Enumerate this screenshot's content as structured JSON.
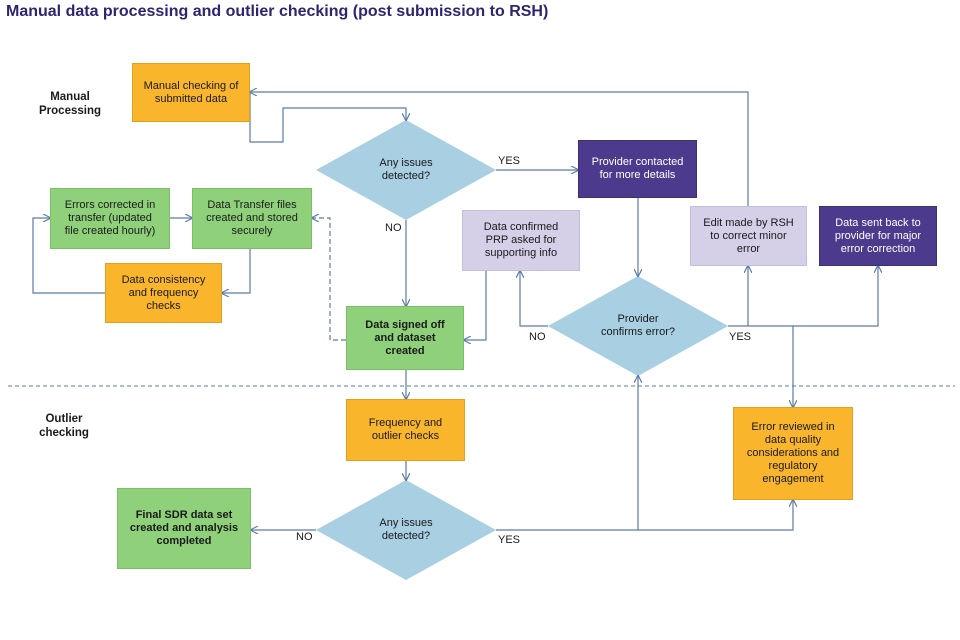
{
  "title": "Manual data processing and outlier checking (post submission to RSH)",
  "sections": {
    "manual": "Manual\nProcessing",
    "outlier": "Outlier\nchecking"
  },
  "nodes": {
    "manual_checking": "Manual checking of\nsubmitted data",
    "issues_1": "Any issues\ndetected?",
    "provider_contacted": "Provider contacted\nfor more details",
    "errors_corrected": "Errors corrected in\ntransfer (updated\nfile created hourly)",
    "data_transfer": "Data Transfer files\ncreated and stored\nsecurely",
    "consistency": "Data consistency\nand frequency\nchecks",
    "data_confirmed": "Data confirmed\nPRP asked for\nsupporting info",
    "edit_rsh": "Edit made by RSH\nto correct minor\nerror",
    "sent_back": "Data sent back to\nprovider for major\nerror correction",
    "provider_confirms": "Provider\nconfirms error?",
    "signed_off": "Data signed off\nand dataset\ncreated",
    "freq_outlier": "Frequency and\noutlier checks",
    "error_reviewed": "Error reviewed in\ndata quality\nconsiderations and\nregulatory\nengagement",
    "issues_2": "Any issues\ndetected?",
    "final_sdr": "Final SDR data set\ncreated and analysis\ncompleted"
  },
  "edge_labels": {
    "yes_1": "YES",
    "no_1": "NO",
    "no_confirm": "NO",
    "yes_confirm": "YES",
    "no_2": "NO",
    "yes_2": "YES"
  },
  "colors": {
    "orange": "#f9b52c",
    "green": "#8fd07a",
    "purple": "#4c3a8c",
    "lavender": "#d5cfe8",
    "diamond": "#a9cfe3",
    "connector": "#5b7ca8",
    "title": "#2e2570"
  }
}
